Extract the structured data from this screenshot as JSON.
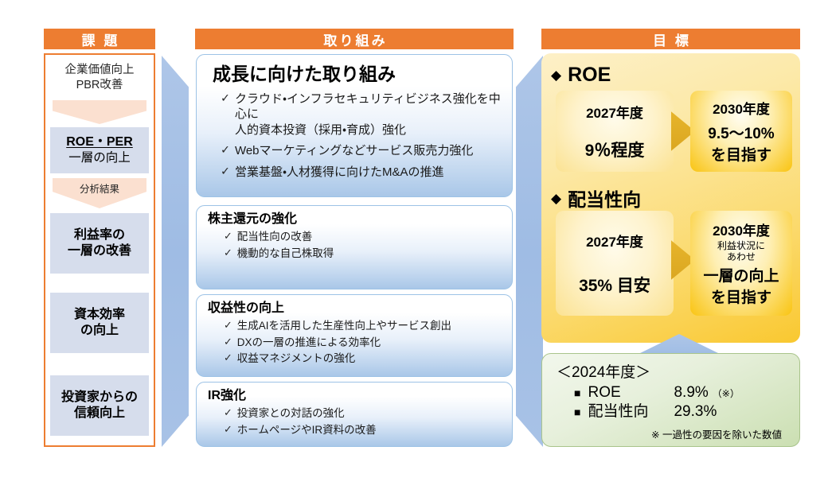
{
  "left": {
    "header": "課 題",
    "top_text_lines": [
      "企業価値向上",
      "PBR改善"
    ],
    "arrow1_label": "",
    "roe_per_line1": "ROE・PER",
    "roe_per_line2": "一層の向上",
    "arrow2_label": "分析結果",
    "boxes": [
      {
        "line1": "利益率の",
        "line2": "一層の改善"
      },
      {
        "line1": "資本効率",
        "line2": "の向上"
      },
      {
        "line1": "投資家からの",
        "line2": "信頼向上"
      }
    ]
  },
  "middle": {
    "header": "取り組み",
    "cards": [
      {
        "title": "成長に向けた取り組み",
        "bullets": [
          "クラウド・インフラセキュリティビジネス強化を中心に\n人的資本投資（採用・育成）強化",
          "Webマーケティングなどサービス販売力強化",
          "営業基盤・人材獲得に向けたM&Aの推進"
        ]
      },
      {
        "title": "株主還元の強化",
        "bullets": [
          "配当性向の改善",
          "機動的な自己株取得"
        ]
      },
      {
        "title": "収益性の向上",
        "bullets": [
          "生成AIを活用した生産性向上やサービス創出",
          "DXの一層の推進による効率化",
          "収益マネジメントの強化"
        ]
      },
      {
        "title": "IR強化",
        "bullets": [
          "投資家との対話の強化",
          "ホームページやIR資料の改善"
        ]
      }
    ]
  },
  "right": {
    "header": "目 標",
    "roe": {
      "title": "ROE",
      "current": {
        "year": "2027年度",
        "value": "9％程度"
      },
      "target": {
        "year": "2030年度",
        "value": "9.5～10%",
        "suffix": "を目指す"
      }
    },
    "payout": {
      "title": "配当性向",
      "current": {
        "year": "2027年度",
        "value": "35% 目安"
      },
      "target": {
        "year": "2030年度",
        "note_line1": "利益状況に",
        "note_line2": "あわせ",
        "value": "一層の向上",
        "suffix": "を目指す"
      }
    },
    "result": {
      "title": "＜2024年度＞",
      "rows": [
        {
          "label": "ROE",
          "value": "8.9%",
          "note": "（※）"
        },
        {
          "label": "配当性向",
          "value": "29.3%",
          "note": ""
        }
      ],
      "footnote": "※ 一過性の要因を除いた数値"
    }
  },
  "icons": {
    "diamond": "◆",
    "square": "■",
    "check": "✓"
  },
  "colors": {
    "header_orange": "#ED7D31",
    "left_box_blue": "#D6DDEC",
    "chevron_blue": "#A8C2E6",
    "goal_gold": "#F9C830",
    "result_green": "#CBDFB2"
  }
}
